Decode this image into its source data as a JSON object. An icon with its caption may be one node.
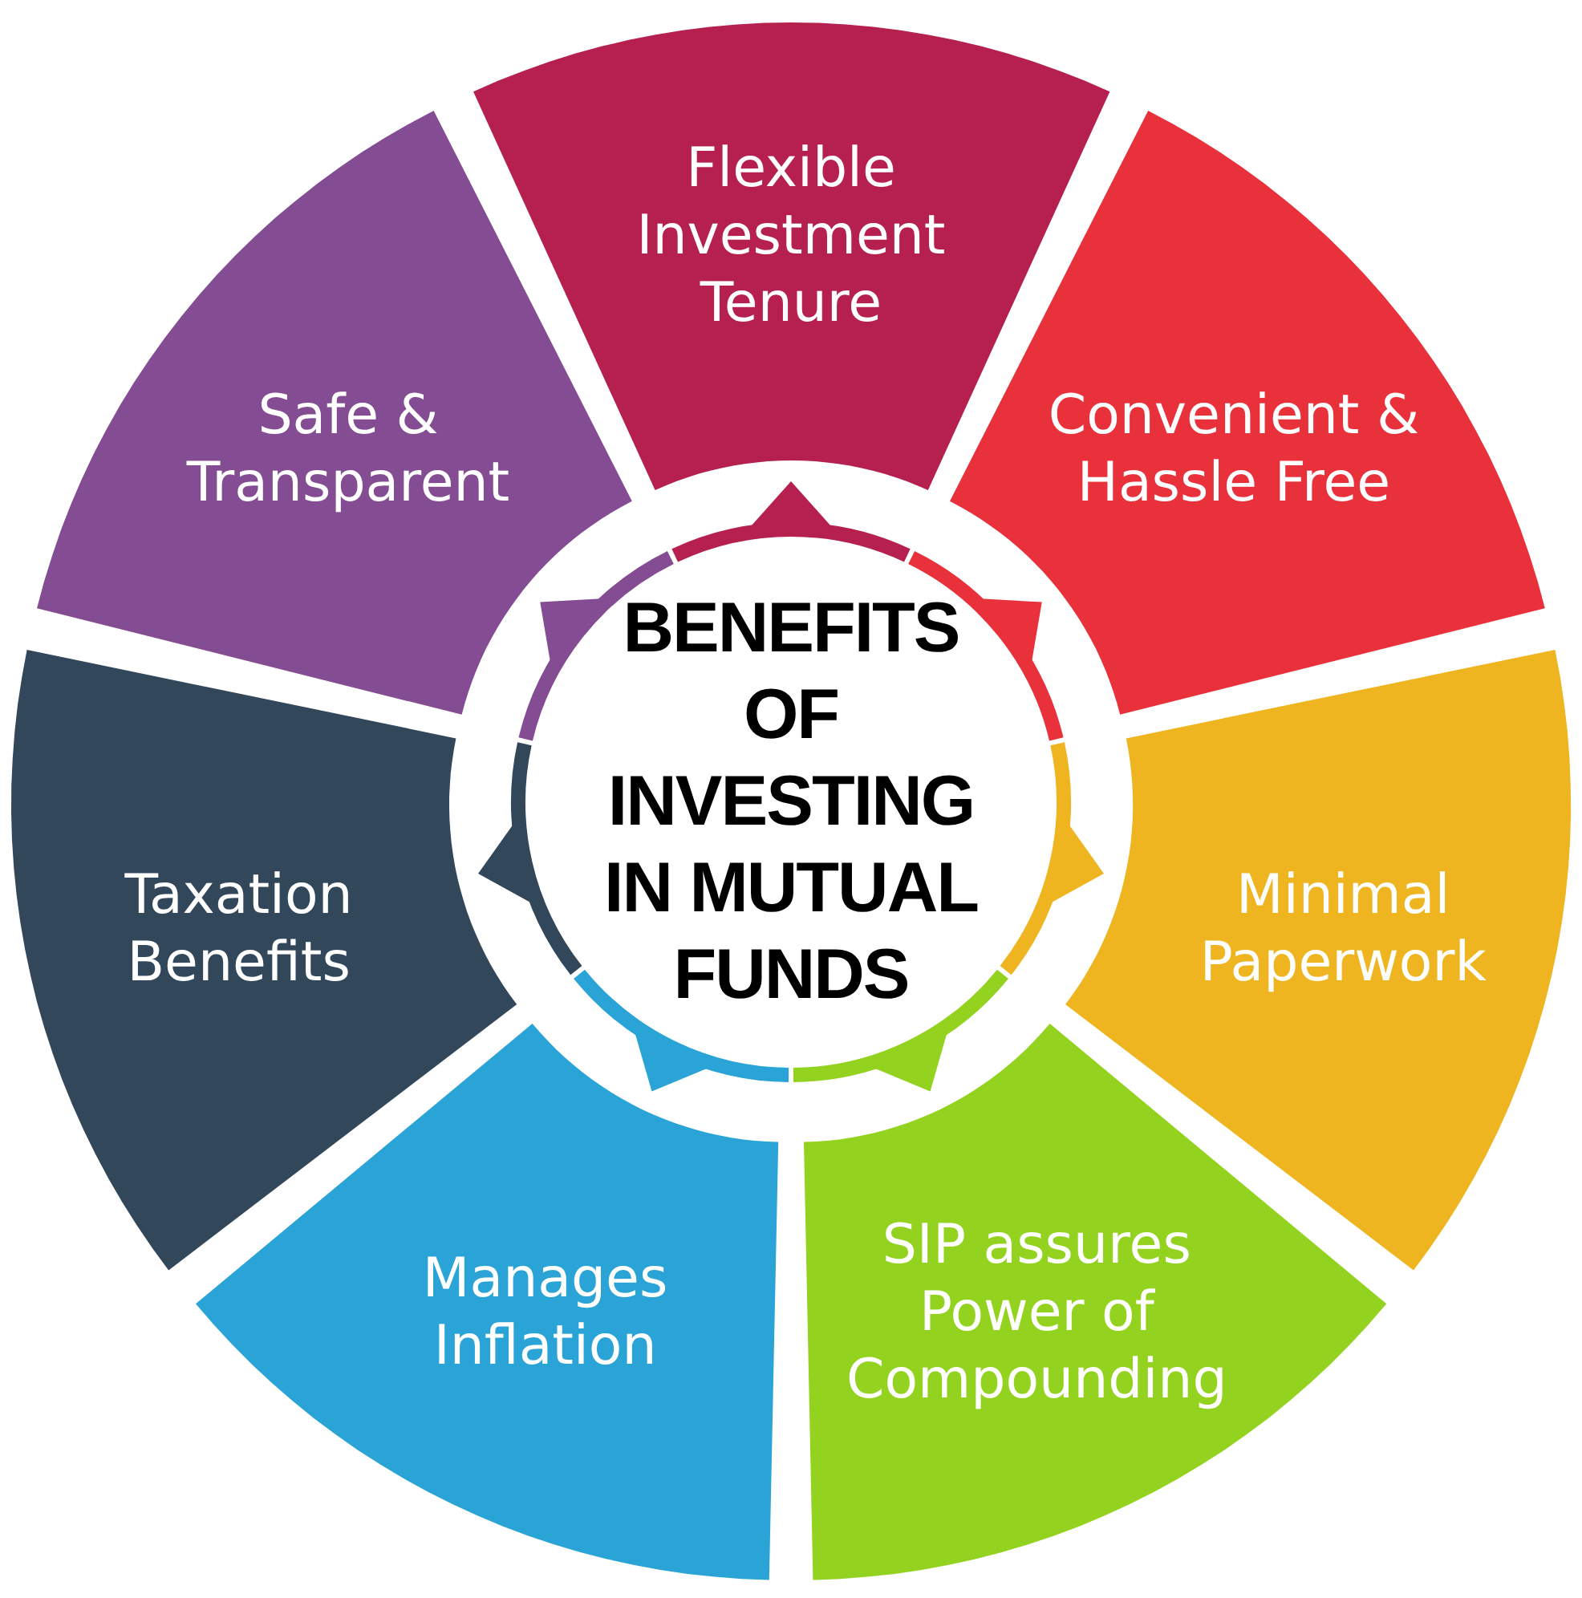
{
  "diagram": {
    "nodes": [
      {
        "text": [
          "BENEFITS OF INVESTING IN MUTUAL FUNDS"
        ]
      },
      {
        "text": [
          "Flexible Investment Tenure"
        ]
      },
      {
        "text": [
          "Convenient & Hassle Free"
        ]
      },
      {
        "text": [
          "Minimal Paperwork"
        ]
      },
      {
        "text": [
          "SIP assures Power of Compounding"
        ]
      },
      {
        "text": [
          "Manages Inflation"
        ]
      },
      {
        "text": [
          "Taxation Benefits"
        ]
      },
      {
        "text": [
          "Safe & Transparent"
        ]
      }
    ]
  }
}
